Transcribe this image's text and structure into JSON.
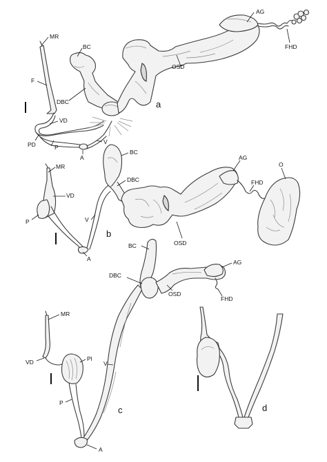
{
  "panels": {
    "a": {
      "letter": "a",
      "labels": {
        "mr": "MR",
        "f": "F",
        "bc": "BC",
        "dbc": "DBC",
        "osd": "OSD",
        "ag": "AG",
        "fhd": "FHD",
        "vd": "VD",
        "pd": "PD",
        "p": "P",
        "a": "A",
        "v": "V"
      }
    },
    "b": {
      "letter": "b",
      "labels": {
        "mr": "MR",
        "vd": "VD",
        "p": "P",
        "v": "V",
        "a": "A",
        "bc": "BC",
        "dbc": "DBC",
        "ag": "AG",
        "fhd": "FHD",
        "o": "O",
        "osd": "OSD"
      }
    },
    "c": {
      "letter": "c",
      "labels": {
        "bc": "BC",
        "dbc": "DBC",
        "osd": "OSD",
        "ag": "AG",
        "fhd": "FHD",
        "mr": "MR",
        "vd": "VD",
        "pl": "Pl",
        "p": "P",
        "v": "V",
        "a": "A"
      }
    },
    "d": {
      "letter": "d"
    }
  }
}
